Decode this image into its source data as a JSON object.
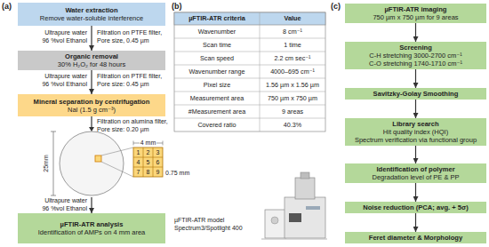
{
  "diagram": {
    "nodes": [
      {
        "text": [
          "Water extraction",
          "Remove water-soluble interference"
        ]
      },
      {
        "text": [
          "Organic removal",
          "30% H₂O₂ for 48 hours"
        ]
      },
      {
        "text": [
          "Mineral separation by centrifugation",
          "NaI (1.5 g cm⁻³)"
        ]
      },
      {
        "text": [
          "µFTIR-ATR analysis",
          "Identification of AMPs on 4 mm area"
        ]
      },
      {
        "text": [
          "µFTIR-ATR imaging",
          "750 µm x 750 µm for 9 areas"
        ]
      },
      {
        "text": [
          "Screening",
          "C-H stretching 3000-2700 cm⁻¹",
          "C-O stretching 1740-1710 cm⁻¹"
        ]
      },
      {
        "text": [
          "Savitzky-Golay Smoothing"
        ]
      },
      {
        "text": [
          "Library search",
          "Hit quality index (HQI)",
          "Spectrum verification via functional group"
        ]
      },
      {
        "text": [
          "Identification of polymer",
          "Degradation level of PE & PP"
        ]
      },
      {
        "text": [
          "Noise reduction (PCA; avg. + 5σ)"
        ]
      },
      {
        "text": [
          "Feret diameter & Morphology"
        ]
      }
    ],
    "edges": [
      {
        "from": 0,
        "to": 1,
        "arrow": "to"
      },
      {
        "from": 1,
        "to": 2,
        "arrow": "to"
      },
      {
        "from": 2,
        "to": 3,
        "arrow": "to"
      },
      {
        "from": 4,
        "to": 5,
        "arrow": "to"
      },
      {
        "from": 5,
        "to": 6,
        "arrow": "to"
      },
      {
        "from": 6,
        "to": 7,
        "arrow": "to"
      },
      {
        "from": 7,
        "to": 8,
        "arrow": "to"
      },
      {
        "from": 8,
        "to": 9,
        "arrow": "to"
      },
      {
        "from": 9,
        "to": 10,
        "arrow": "to"
      }
    ],
    "labels": [
      "(a)",
      "Ultrapure water",
      "96 %vol Ethanol",
      "Filtration on PTFE filter, Pore size, 0.45 µm",
      "Ultrapure water",
      "96 %vol Ethanol",
      "Filtration on PTFE filter, Pore size: 0.45 µm",
      "Filtration on alumina filter, Pore size: 0.20 µm",
      "25mm",
      "4 mm",
      "1",
      "2",
      "3",
      "4",
      "5",
      "6",
      "7",
      "8",
      "9",
      "0.75 mm",
      "Ultrapure water",
      "96 %vol Ethanol",
      "(b)",
      "µFTIR-ATR criteria",
      "Value",
      "Wavenumber",
      "8 cm⁻¹",
      "Scan time",
      "1 time",
      "Scan speed",
      "2.2 cm sec⁻¹",
      "Wavenumber range",
      "4000–695 cm⁻¹",
      "Pixel size",
      "1.56 µm x 1.56 µm",
      "Measurement area",
      "750 µm x 750 µm",
      "#Measurement area",
      "9 areas",
      "Covered ratio",
      "40.3%",
      "µFTIR-ATR model Spectrum3/Spotlight 400",
      "(c)"
    ]
  }
}
